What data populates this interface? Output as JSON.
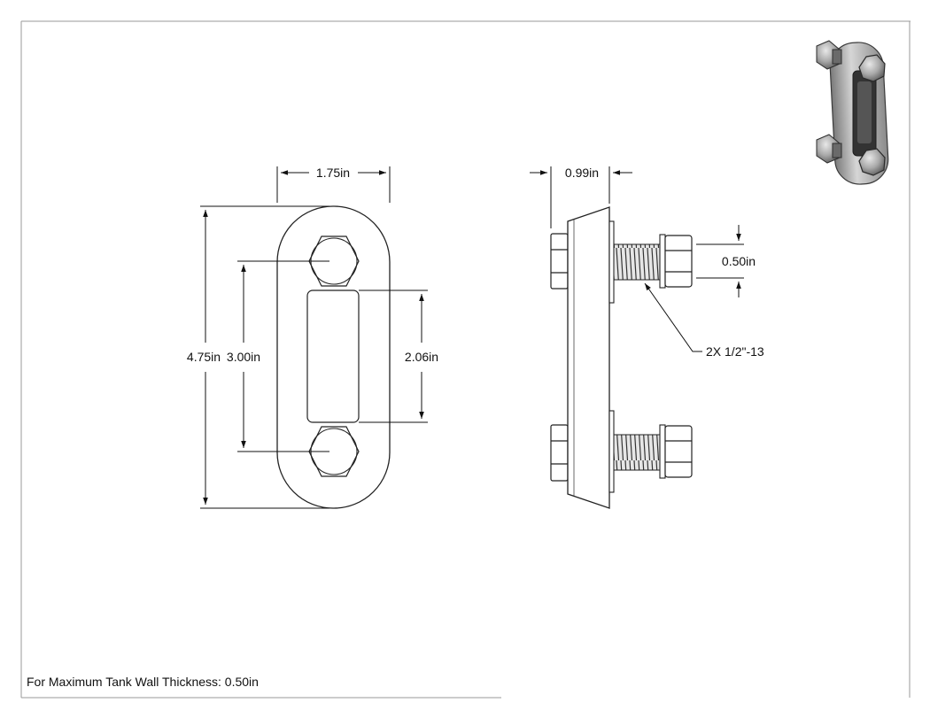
{
  "front_view": {
    "width_dim": "1.75in",
    "height_dim": "4.75in",
    "bolt_spacing_dim": "3.00in",
    "slot_length_dim": "2.06in"
  },
  "side_view": {
    "depth_dim": "0.99in",
    "nut_dim": "0.50in",
    "callout": "2X 1/2\"-13"
  },
  "footer": {
    "note": "For Maximum Tank Wall Thickness: 0.50in"
  }
}
